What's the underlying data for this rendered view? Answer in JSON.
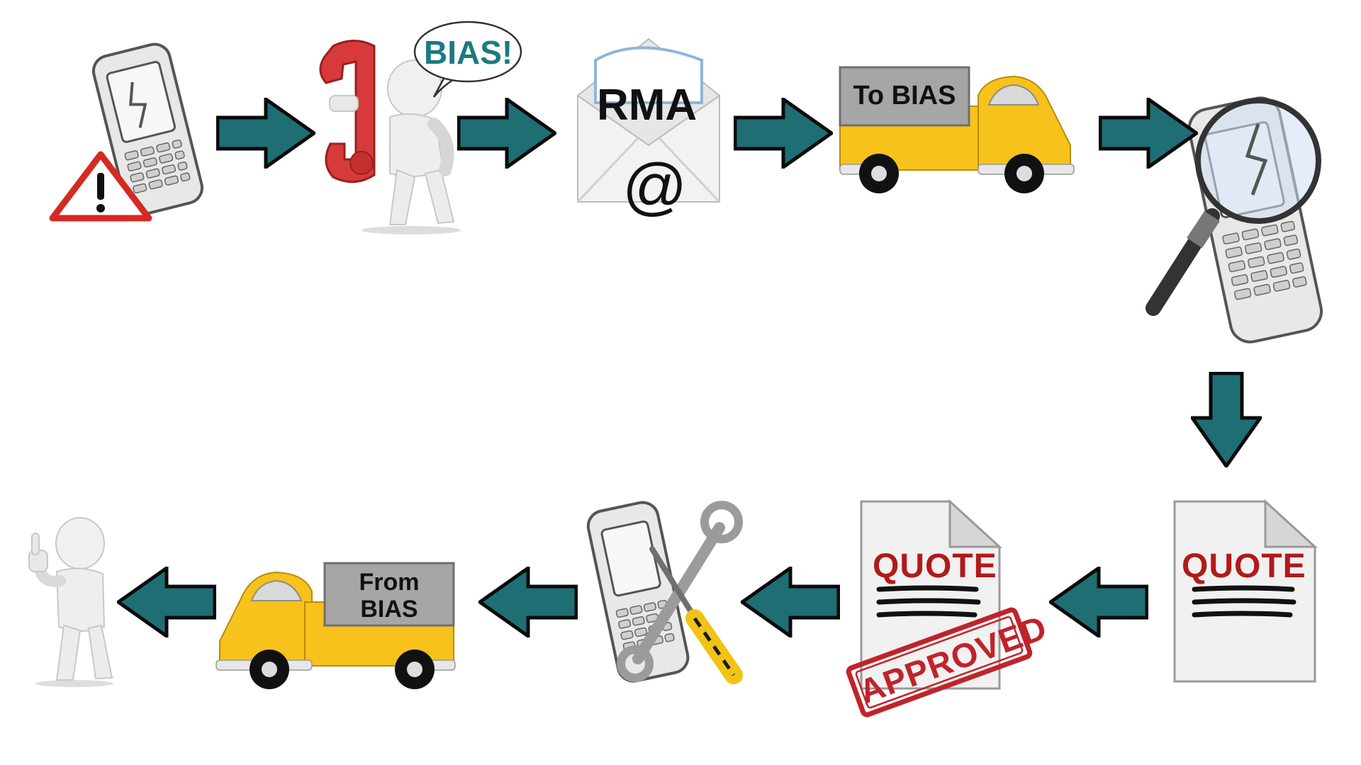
{
  "colors": {
    "arrow_fill": "#1f6e74",
    "arrow_outline": "#0a0a0a",
    "bias_text": "#1d7a80",
    "truck_yellow": "#f7c21b",
    "quote_red": "#b11a1a",
    "stamp_red": "#c0232a",
    "warning_red": "#d42a23",
    "phone_red": "#d73a3a"
  },
  "icons": [
    "faulty-device-warning-icon",
    "phone-call-figure-icon",
    "rma-email-envelope-icon",
    "shipping-truck-icon",
    "magnifier-inspection-icon",
    "quote-document-icon",
    "approved-quote-icon",
    "repair-tools-icon",
    "return-truck-icon",
    "thumbs-up-figure-icon"
  ],
  "steps": {
    "call": {
      "bubble": "BIAS!"
    },
    "email": {
      "label": "RMA",
      "symbol": "@"
    },
    "ship_to": {
      "label": "To BIAS"
    },
    "quote": {
      "label": "QUOTE"
    },
    "approved": {
      "label": "QUOTE",
      "stamp": "APPROVED"
    },
    "ship_from": {
      "line1": "From",
      "line2": "BIAS"
    }
  }
}
